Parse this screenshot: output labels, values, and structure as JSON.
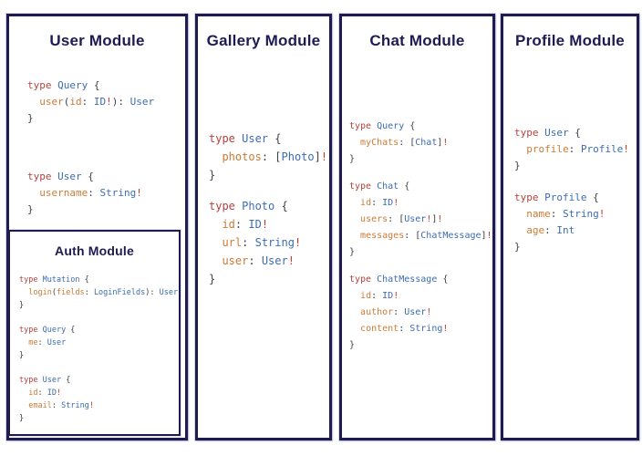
{
  "colors": {
    "bg": "#ffffff",
    "navy": "#1d1b52",
    "keyword": "#b5423e",
    "type": "#3c6cb4",
    "field": "#cd7a35",
    "punct": "#3f4147",
    "bang": "#c23a31"
  },
  "modules": [
    {
      "id": "user",
      "title": "User Module",
      "blocks": [
        [
          [
            [
              "k",
              "type "
            ],
            [
              "t",
              "Query"
            ],
            [
              "p",
              " {"
            ]
          ],
          [
            [
              "p",
              "  "
            ],
            [
              "f",
              "user"
            ],
            [
              "p",
              "("
            ],
            [
              "f",
              "id"
            ],
            [
              "p",
              ": "
            ],
            [
              "t",
              "ID"
            ],
            [
              "b",
              "!"
            ],
            [
              "p",
              "): "
            ],
            [
              "t",
              "User"
            ]
          ],
          [
            [
              "p",
              "}"
            ]
          ]
        ],
        [
          [
            [
              "k",
              "type "
            ],
            [
              "t",
              "User"
            ],
            [
              "p",
              " {"
            ]
          ],
          [
            [
              "p",
              "  "
            ],
            [
              "f",
              "username"
            ],
            [
              "p",
              ": "
            ],
            [
              "t",
              "String"
            ],
            [
              "b",
              "!"
            ]
          ],
          [
            [
              "p",
              "}"
            ]
          ]
        ]
      ]
    },
    {
      "id": "auth",
      "title": "Auth Module",
      "blocks": [
        [
          [
            [
              "k",
              "type "
            ],
            [
              "t",
              "Mutation"
            ],
            [
              "p",
              " {"
            ]
          ],
          [
            [
              "p",
              "  "
            ],
            [
              "f",
              "login"
            ],
            [
              "p",
              "("
            ],
            [
              "f",
              "fields"
            ],
            [
              "p",
              ": "
            ],
            [
              "t",
              "LoginFields"
            ],
            [
              "p",
              "): "
            ],
            [
              "t",
              "User"
            ]
          ],
          [
            [
              "p",
              "}"
            ]
          ]
        ],
        [
          [
            [
              "k",
              "type "
            ],
            [
              "t",
              "Query"
            ],
            [
              "p",
              " {"
            ]
          ],
          [
            [
              "p",
              "  "
            ],
            [
              "f",
              "me"
            ],
            [
              "p",
              ": "
            ],
            [
              "t",
              "User"
            ]
          ],
          [
            [
              "p",
              "}"
            ]
          ]
        ],
        [
          [
            [
              "k",
              "type "
            ],
            [
              "t",
              "User"
            ],
            [
              "p",
              " {"
            ]
          ],
          [
            [
              "p",
              "  "
            ],
            [
              "f",
              "id"
            ],
            [
              "p",
              ": "
            ],
            [
              "t",
              "ID"
            ],
            [
              "b",
              "!"
            ]
          ],
          [
            [
              "p",
              "  "
            ],
            [
              "f",
              "email"
            ],
            [
              "p",
              ": "
            ],
            [
              "t",
              "String"
            ],
            [
              "b",
              "!"
            ]
          ],
          [
            [
              "p",
              "}"
            ]
          ]
        ]
      ]
    },
    {
      "id": "gallery",
      "title": "Gallery Module",
      "blocks": [
        [
          [
            [
              "k",
              "type "
            ],
            [
              "t",
              "User"
            ],
            [
              "p",
              " {"
            ]
          ],
          [
            [
              "p",
              "  "
            ],
            [
              "f",
              "photos"
            ],
            [
              "p",
              ": ["
            ],
            [
              "t",
              "Photo"
            ],
            [
              "p",
              "]"
            ],
            [
              "b",
              "!"
            ]
          ],
          [
            [
              "p",
              "}"
            ]
          ]
        ],
        [
          [
            [
              "k",
              "type "
            ],
            [
              "t",
              "Photo"
            ],
            [
              "p",
              " {"
            ]
          ],
          [
            [
              "p",
              "  "
            ],
            [
              "f",
              "id"
            ],
            [
              "p",
              ": "
            ],
            [
              "t",
              "ID"
            ],
            [
              "b",
              "!"
            ]
          ],
          [
            [
              "p",
              "  "
            ],
            [
              "f",
              "url"
            ],
            [
              "p",
              ": "
            ],
            [
              "t",
              "String"
            ],
            [
              "b",
              "!"
            ]
          ],
          [
            [
              "p",
              "  "
            ],
            [
              "f",
              "user"
            ],
            [
              "p",
              ": "
            ],
            [
              "t",
              "User"
            ],
            [
              "b",
              "!"
            ]
          ],
          [
            [
              "p",
              "}"
            ]
          ]
        ]
      ]
    },
    {
      "id": "chat",
      "title": "Chat Module",
      "blocks": [
        [
          [
            [
              "k",
              "type "
            ],
            [
              "t",
              "Query"
            ],
            [
              "p",
              " {"
            ]
          ],
          [
            [
              "p",
              "  "
            ],
            [
              "f",
              "myChats"
            ],
            [
              "p",
              ": ["
            ],
            [
              "t",
              "Chat"
            ],
            [
              "p",
              "]"
            ],
            [
              "b",
              "!"
            ]
          ],
          [
            [
              "p",
              "}"
            ]
          ]
        ],
        [
          [
            [
              "k",
              "type "
            ],
            [
              "t",
              "Chat"
            ],
            [
              "p",
              " {"
            ]
          ],
          [
            [
              "p",
              "  "
            ],
            [
              "f",
              "id"
            ],
            [
              "p",
              ": "
            ],
            [
              "t",
              "ID"
            ],
            [
              "b",
              "!"
            ]
          ],
          [
            [
              "p",
              "  "
            ],
            [
              "f",
              "users"
            ],
            [
              "p",
              ": ["
            ],
            [
              "t",
              "User"
            ],
            [
              "b",
              "!"
            ],
            [
              "p",
              "]"
            ],
            [
              "b",
              "!"
            ]
          ],
          [
            [
              "p",
              "  "
            ],
            [
              "f",
              "messages"
            ],
            [
              "p",
              ": ["
            ],
            [
              "t",
              "ChatMessage"
            ],
            [
              "p",
              "]"
            ],
            [
              "b",
              "!"
            ]
          ],
          [
            [
              "p",
              "}"
            ]
          ]
        ],
        [
          [
            [
              "k",
              "type "
            ],
            [
              "t",
              "ChatMessage"
            ],
            [
              "p",
              " {"
            ]
          ],
          [
            [
              "p",
              "  "
            ],
            [
              "f",
              "id"
            ],
            [
              "p",
              ": "
            ],
            [
              "t",
              "ID"
            ],
            [
              "b",
              "!"
            ]
          ],
          [
            [
              "p",
              "  "
            ],
            [
              "f",
              "author"
            ],
            [
              "p",
              ": "
            ],
            [
              "t",
              "User"
            ],
            [
              "b",
              "!"
            ]
          ],
          [
            [
              "p",
              "  "
            ],
            [
              "f",
              "content"
            ],
            [
              "p",
              ": "
            ],
            [
              "t",
              "String"
            ],
            [
              "b",
              "!"
            ]
          ],
          [
            [
              "p",
              "}"
            ]
          ]
        ]
      ]
    },
    {
      "id": "profile",
      "title": "Profile Module",
      "blocks": [
        [
          [
            [
              "k",
              "type "
            ],
            [
              "t",
              "User"
            ],
            [
              "p",
              " {"
            ]
          ],
          [
            [
              "p",
              "  "
            ],
            [
              "f",
              "profile"
            ],
            [
              "p",
              ": "
            ],
            [
              "t",
              "Profile"
            ],
            [
              "b",
              "!"
            ]
          ],
          [
            [
              "p",
              "}"
            ]
          ]
        ],
        [
          [
            [
              "k",
              "type "
            ],
            [
              "t",
              "Profile"
            ],
            [
              "p",
              " {"
            ]
          ],
          [
            [
              "p",
              "  "
            ],
            [
              "f",
              "name"
            ],
            [
              "p",
              ": "
            ],
            [
              "t",
              "String"
            ],
            [
              "b",
              "!"
            ]
          ],
          [
            [
              "p",
              "  "
            ],
            [
              "f",
              "age"
            ],
            [
              "p",
              ": "
            ],
            [
              "t",
              "Int"
            ]
          ],
          [
            [
              "p",
              "}"
            ]
          ]
        ]
      ]
    }
  ]
}
